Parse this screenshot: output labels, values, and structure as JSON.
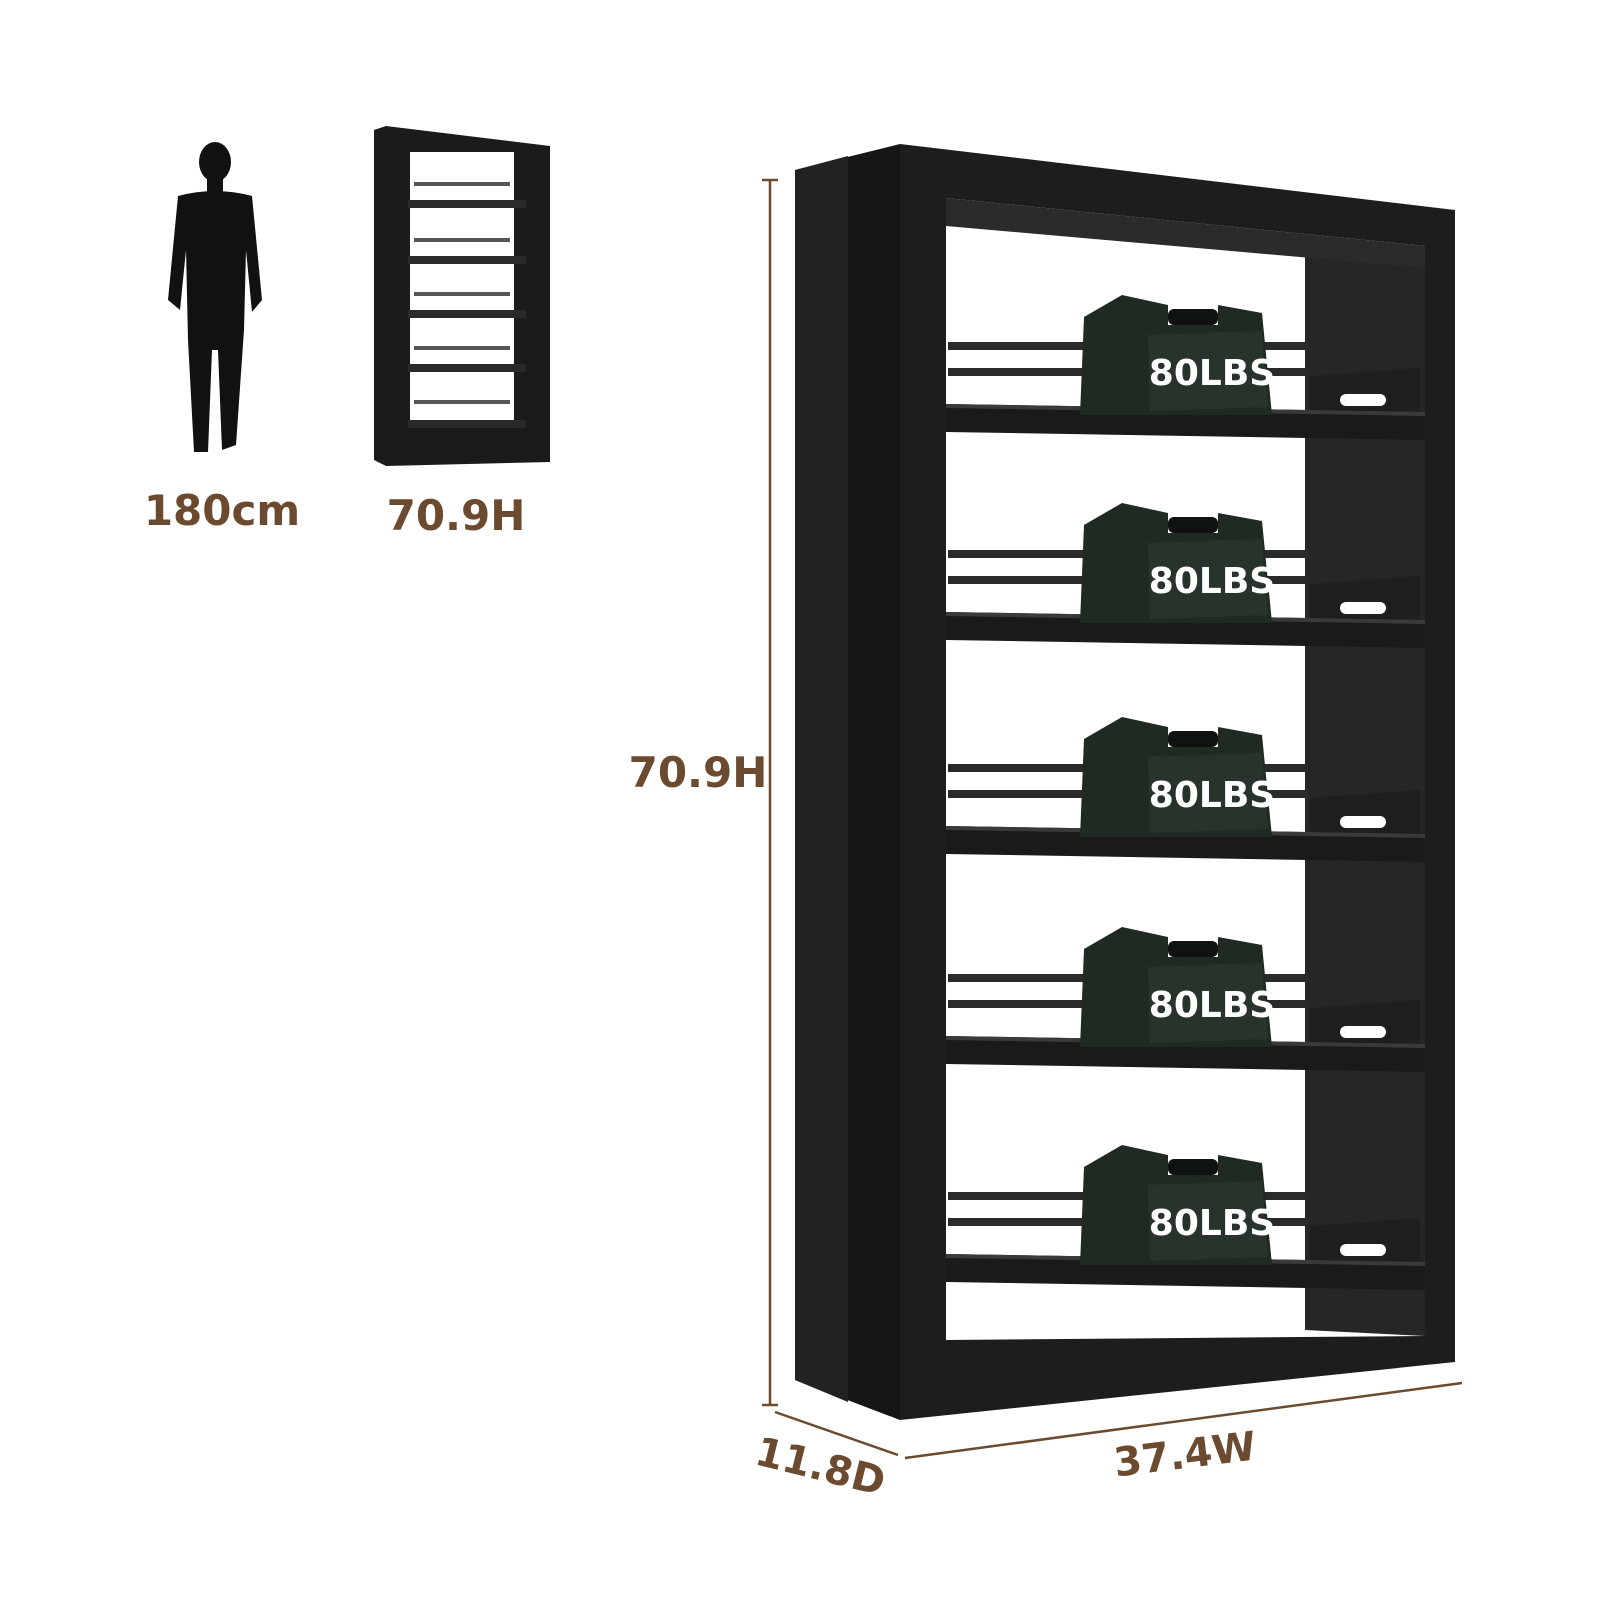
{
  "comparison": {
    "person_height_label": "180cm",
    "small_shelf_height_label": "70.9H"
  },
  "dimensions": {
    "height_label": "70.9H",
    "width_label": "37.4W",
    "depth_label": "11.8D"
  },
  "shelves": [
    {
      "weight_label": "80LBS"
    },
    {
      "weight_label": "80LBS"
    },
    {
      "weight_label": "80LBS"
    },
    {
      "weight_label": "80LBS"
    },
    {
      "weight_label": "80LBS"
    }
  ],
  "colors": {
    "dimension_text": "#6b4a2f",
    "shelf_black": "#1b1b1b",
    "weight_green": "#1f2a22"
  }
}
